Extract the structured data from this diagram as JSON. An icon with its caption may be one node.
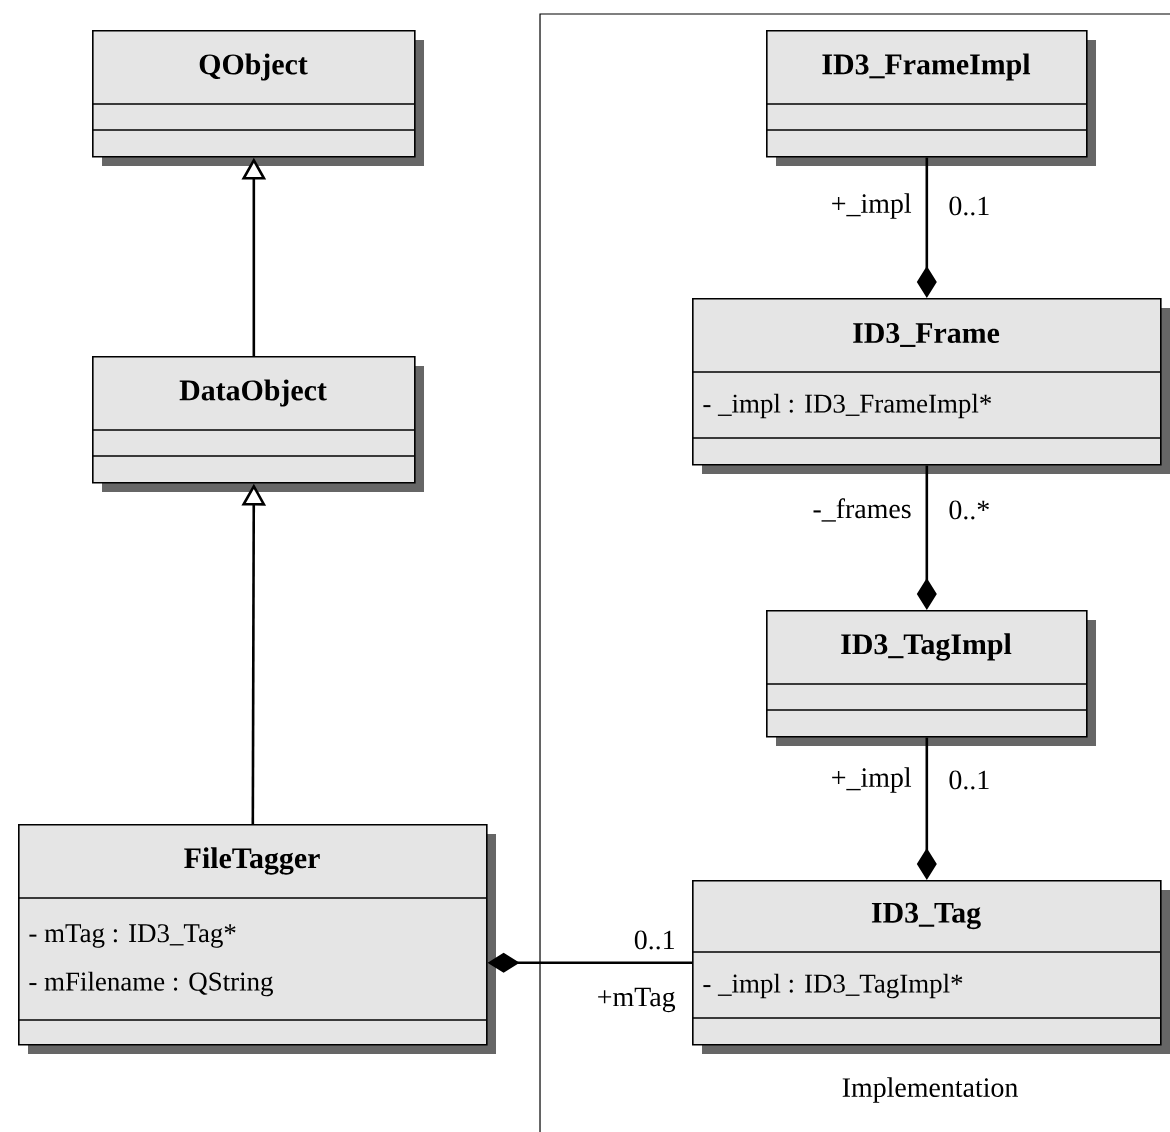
{
  "diagram": {
    "nodes": [
      {
        "text": [
          "QObject"
        ]
      },
      {
        "text": [
          "DataObject"
        ]
      },
      {
        "text": [
          "FileTagger",
          "- mTag : ID3_Tag*",
          "- mFilename : QString"
        ]
      },
      {
        "text": [
          "Implementation"
        ]
      },
      {
        "text": [
          "ID3_FrameImpl"
        ],
        "in": 3
      },
      {
        "text": [
          "ID3_Frame",
          "- _impl : ID3_FrameImpl*"
        ],
        "in": 3
      },
      {
        "text": [
          "ID3_TagImpl"
        ],
        "in": 3
      },
      {
        "text": [
          "ID3_Tag",
          "- _impl : ID3_TagImpl*"
        ],
        "in": 3
      }
    ],
    "edges": [
      {
        "from": 1,
        "to": 0,
        "arrow": "to"
      },
      {
        "from": 2,
        "to": 1,
        "arrow": "to"
      },
      {
        "from": 4,
        "to": 5,
        "arrow": "other",
        "label": "+_impl"
      },
      {
        "from": 5,
        "to": 6,
        "arrow": "other",
        "label": "-_frames"
      },
      {
        "from": 6,
        "to": 7,
        "arrow": "other",
        "label": "+_impl"
      },
      {
        "from": 7,
        "to": 2,
        "arrow": "other",
        "label": "+mTag"
      }
    ],
    "labels": [
      "0..1",
      "0..*",
      "0..1",
      "0..1"
    ]
  }
}
